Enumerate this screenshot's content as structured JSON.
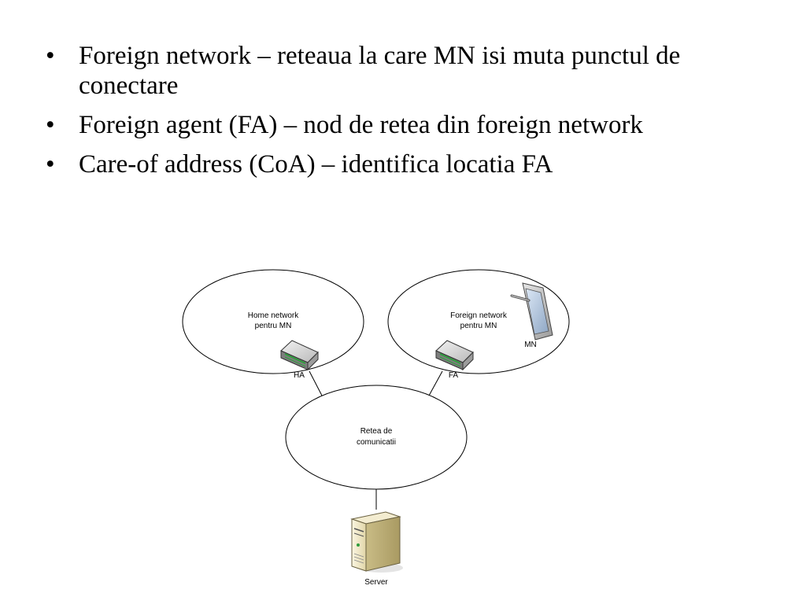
{
  "bullets": [
    {
      "marker": "•",
      "text": "Foreign network – reteaua la care MN isi muta punctul de conectare"
    },
    {
      "marker": "•",
      "text": "Foreign agent (FA) – nod de retea din foreign network"
    },
    {
      "marker": "•",
      "text": "Care-of address (CoA) – identifica locatia FA"
    }
  ],
  "diagram": {
    "home_network": {
      "line1": "Home network",
      "line2": "pentru MN"
    },
    "foreign_network": {
      "line1": "Foreign network",
      "line2": "pentru MN"
    },
    "core_network": {
      "line1": "Retea de",
      "line2": "comunicatii"
    },
    "ha_label": "HA",
    "fa_label": "FA",
    "mn_label": "MN",
    "server_label": "Server"
  }
}
